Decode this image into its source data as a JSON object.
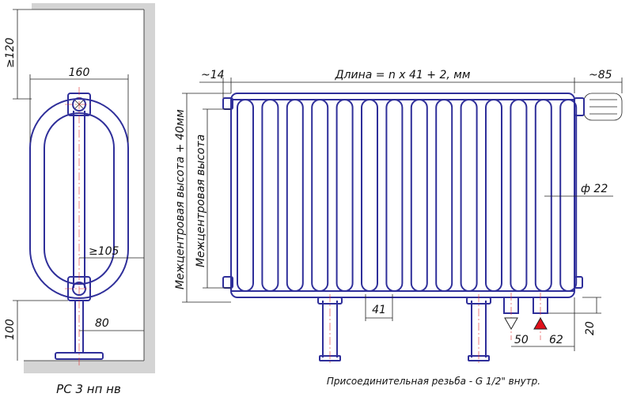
{
  "side_view": {
    "dims": {
      "height_clearance": "≥120",
      "width": "160",
      "wall_gap": "≥105",
      "leg_offset": "80",
      "leg_height": "100"
    },
    "model_caption": "РС 3 нп нв"
  },
  "front_view": {
    "dims": {
      "left_offset": "~14",
      "length_formula": "Длина = n x 41 + 2, мм",
      "right_offset": "~85",
      "tube_diameter": "ф 22",
      "center_distance_plus": "Межцентровая высота + 40мм",
      "center_distance": "Межцентровая высота",
      "section_pitch": "41",
      "inlet_offset": "50",
      "outlet_offset": "62",
      "pipe_height": "20"
    },
    "thread_note": "Присоединительная резьба - G 1/2\" внутр."
  },
  "colors": {
    "outline": "#2f2f9a",
    "wall_hatch": "#d4d4d4",
    "centerline": "#e03030",
    "return_marker": "#ffffff",
    "supply_marker": "#e0101a"
  }
}
